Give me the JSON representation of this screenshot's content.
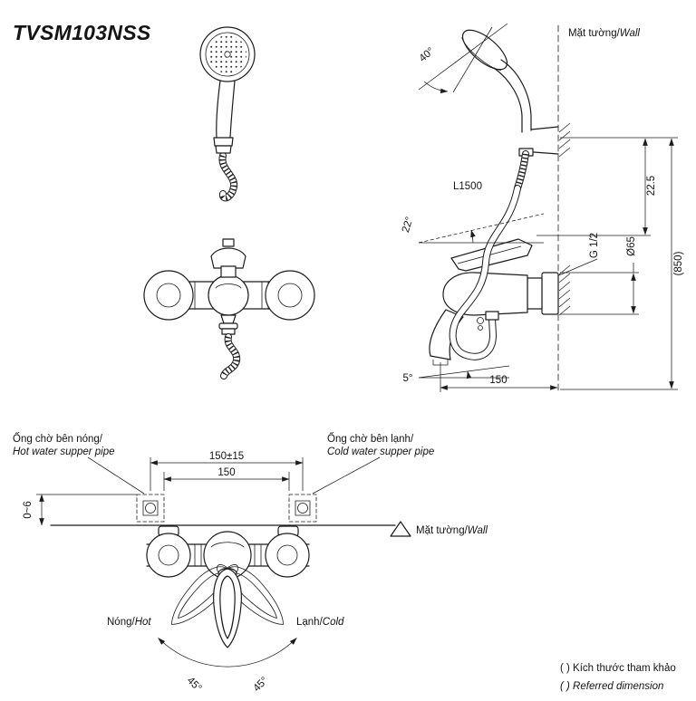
{
  "colors": {
    "ink": "#1c1c1c",
    "background": "#ffffff"
  },
  "title": "TVSM103NSS",
  "side_view": {
    "wall_label": {
      "vi": "Mặt tường/",
      "en": "Wall"
    },
    "head_angle": "40°",
    "hose_length": "L1500",
    "dim_holder_offset": "22.5",
    "dim_overall_height": "(850)",
    "dim_flange_diameter": "Ø65",
    "thread_size": "G 1/2",
    "lever_angle": "22°",
    "spout_angle": "5°",
    "dim_spout_reach": "150"
  },
  "install_view": {
    "hot_pipe_label": {
      "vi": "Ống chờ bên nóng/",
      "en": "Hot water supper pipe"
    },
    "cold_pipe_label": {
      "vi": "Ống chờ bên lạnh/",
      "en": "Cold water supper pipe"
    },
    "dim_pitch_tolerance": "150±15",
    "dim_pitch": "150",
    "dim_protrusion": "0~6",
    "wall_label": {
      "vi": "Mặt tường/",
      "en": "Wall"
    },
    "hot_label": {
      "vi": "Nóng/",
      "en": "Hot"
    },
    "cold_label": {
      "vi": "Lạnh/",
      "en": "Cold"
    },
    "swing_angle_left": "45°",
    "swing_angle_right": "45°"
  },
  "footnote": {
    "vi": "(  ) Kích thước tham khảo",
    "en": "(  ) Referred dimension"
  }
}
